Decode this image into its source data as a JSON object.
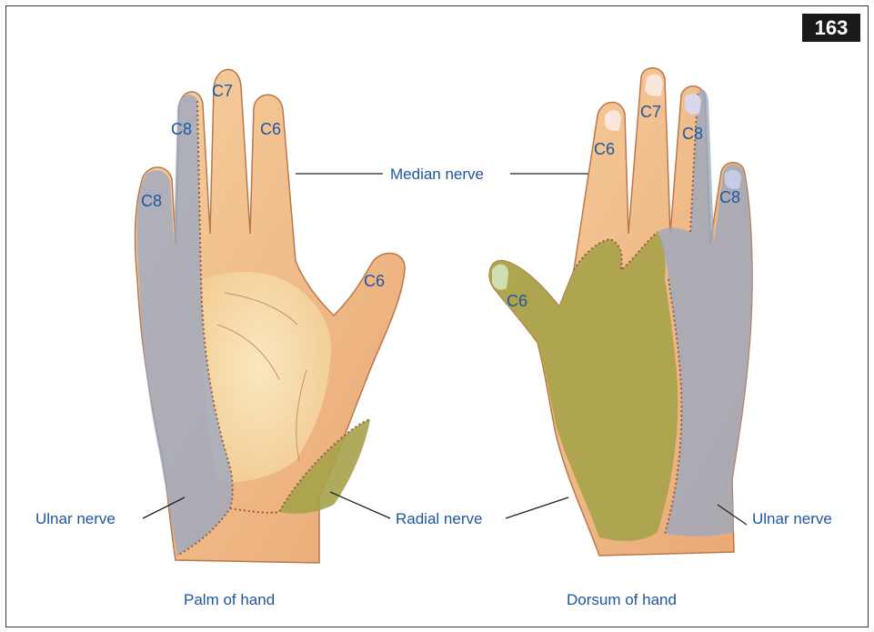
{
  "page_number": "163",
  "palm": {
    "caption": "Palm of hand",
    "segments": [
      "C7",
      "C8",
      "C6",
      "C8",
      "C6"
    ],
    "labels": {
      "median": "Median nerve",
      "ulnar": "Ulnar nerve",
      "radial": "Radial nerve"
    }
  },
  "dorsum": {
    "caption": "Dorsum of hand",
    "segments": [
      "C7",
      "C6",
      "C8",
      "C8",
      "C6"
    ],
    "labels": {
      "ulnar": "Ulnar nerve"
    }
  },
  "colors": {
    "skin": "#f2c38f",
    "palm_light": "#f9e4b5",
    "ulnar_zone": "#9aa8c2",
    "radial_zone": "#a7a24a",
    "text": "#1f56a3"
  }
}
